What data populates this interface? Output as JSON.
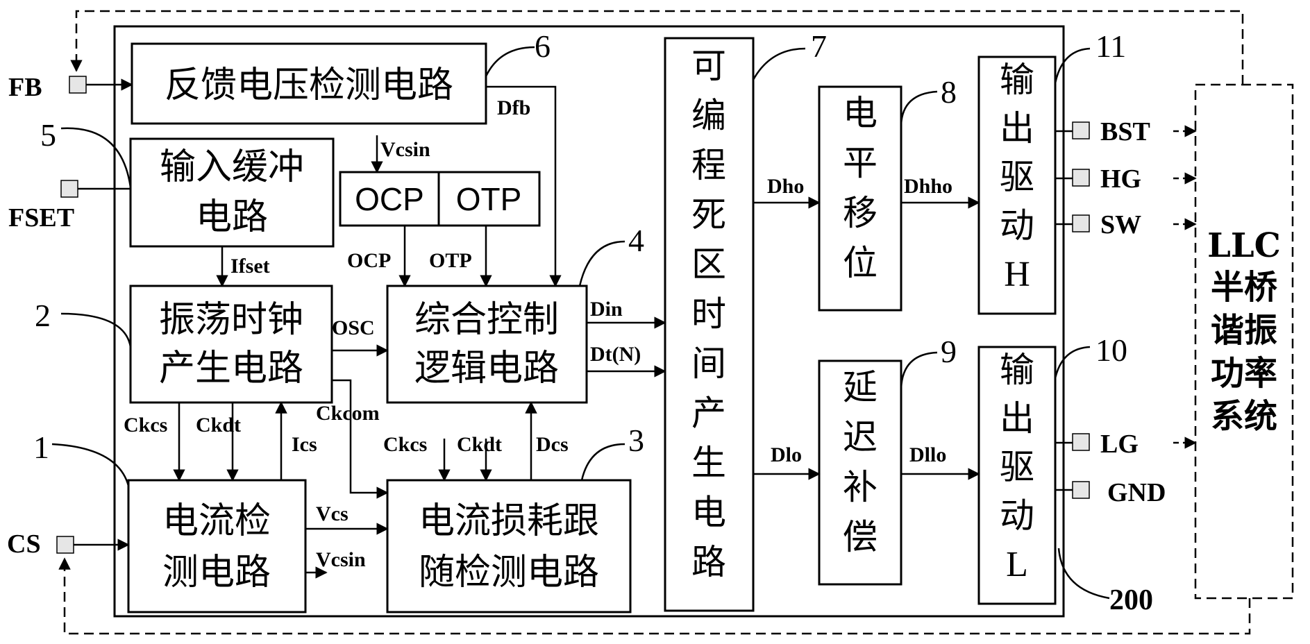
{
  "blocks": {
    "feedback_detect": "反馈电压检测电路",
    "input_buffer": [
      "输入缓冲",
      "电路"
    ],
    "ocp": "OCP",
    "otp": "OTP",
    "osc_clock": [
      "振荡时钟",
      "产生电路"
    ],
    "logic_ctrl": [
      "综合控制",
      "逻辑电路"
    ],
    "current_detect": [
      "电流检",
      "测电路"
    ],
    "loss_track": [
      "电流损耗跟",
      "随检测电路"
    ],
    "dead_time": [
      "可",
      "编",
      "程",
      "死",
      "区",
      "时",
      "间",
      "产",
      "生",
      "电",
      "路"
    ],
    "level_shift": [
      "电",
      "平",
      "移",
      "位"
    ],
    "delay_comp": [
      "延",
      "迟",
      "补",
      "偿"
    ],
    "drive_h": [
      "输",
      "出",
      "驱",
      "动",
      "H"
    ],
    "drive_l": [
      "输",
      "出",
      "驱",
      "动",
      "L"
    ],
    "llc_system": [
      "LLC",
      "半桥",
      "谐振",
      "功率",
      "系统"
    ]
  },
  "pins": {
    "fb": "FB",
    "fset": "FSET",
    "cs": "CS",
    "bst": "BST",
    "hg": "HG",
    "sw": "SW",
    "lg": "LG",
    "gnd": "GND"
  },
  "signals": {
    "dfb": "Dfb",
    "vcsin_top": "Vcsin",
    "ifset": "Ifset",
    "ocp": "OCP",
    "otp": "OTP",
    "osc": "OSC",
    "din": "Din",
    "dtn": "Dt(N)",
    "ckcom": "Ckcom",
    "ckcs_left": "Ckcs",
    "ckdt_left": "Ckdt",
    "ics": "Ics",
    "ckcs_mid": "Ckcs",
    "ckdt_mid": "Ckdt",
    "dcs": "Dcs",
    "vcs": "Vcs",
    "vcsin_bottom": "Vcsin",
    "dho": "Dho",
    "dhho": "Dhho",
    "dlo": "Dlo",
    "dllo": "Dllo"
  },
  "refs": {
    "n1": "1",
    "n2": "2",
    "n3": "3",
    "n4": "4",
    "n5": "5",
    "n6": "6",
    "n7": "7",
    "n8": "8",
    "n9": "9",
    "n10": "10",
    "n11": "11",
    "n200": "200"
  }
}
